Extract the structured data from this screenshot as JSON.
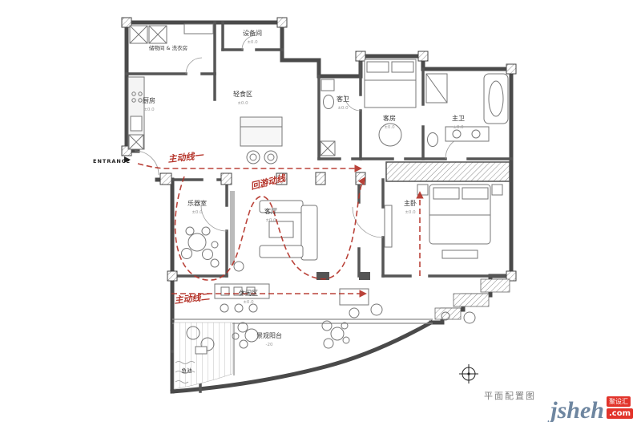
{
  "caption": "平面配置图",
  "entrance_label": "ENTRANCE",
  "rooms": {
    "storage": {
      "label": "储物间 & 洗衣房"
    },
    "equipment": {
      "label": "设备间",
      "elevation": "±0.0"
    },
    "kitchen": {
      "label": "厨房",
      "elevation": "±0.0"
    },
    "light_meal": {
      "label": "轻食区",
      "elevation": "±0.0"
    },
    "guest_bath": {
      "label": "客卫",
      "elevation": "±0.0"
    },
    "guest_room": {
      "label": "客房",
      "elevation": "±0.0"
    },
    "master_bath": {
      "label": "主卫",
      "elevation": "±0.0"
    },
    "music_room": {
      "label": "乐器室",
      "elevation": "±0.0"
    },
    "living_room": {
      "label": "客厅",
      "elevation": "±0.0"
    },
    "master_bedroom": {
      "label": "主卧",
      "elevation": "±0.0"
    },
    "leisure": {
      "label": "休闲区",
      "elevation": "±0.0"
    },
    "balcony": {
      "label": "景观阳台",
      "elevation": "-20"
    },
    "fish_pond": {
      "label": "鱼池"
    }
  },
  "annotations": {
    "route1": "主动线一",
    "loop": "回游动线",
    "route2": "主动线二"
  },
  "logo": {
    "badge": "聚设汇",
    "brand": "jsheh",
    "suffix": ".com"
  },
  "colors": {
    "wall": "#4a4a4a",
    "route": "#b5342a",
    "logo_brand": "#6e86a0",
    "logo_red": "#e2342b"
  }
}
